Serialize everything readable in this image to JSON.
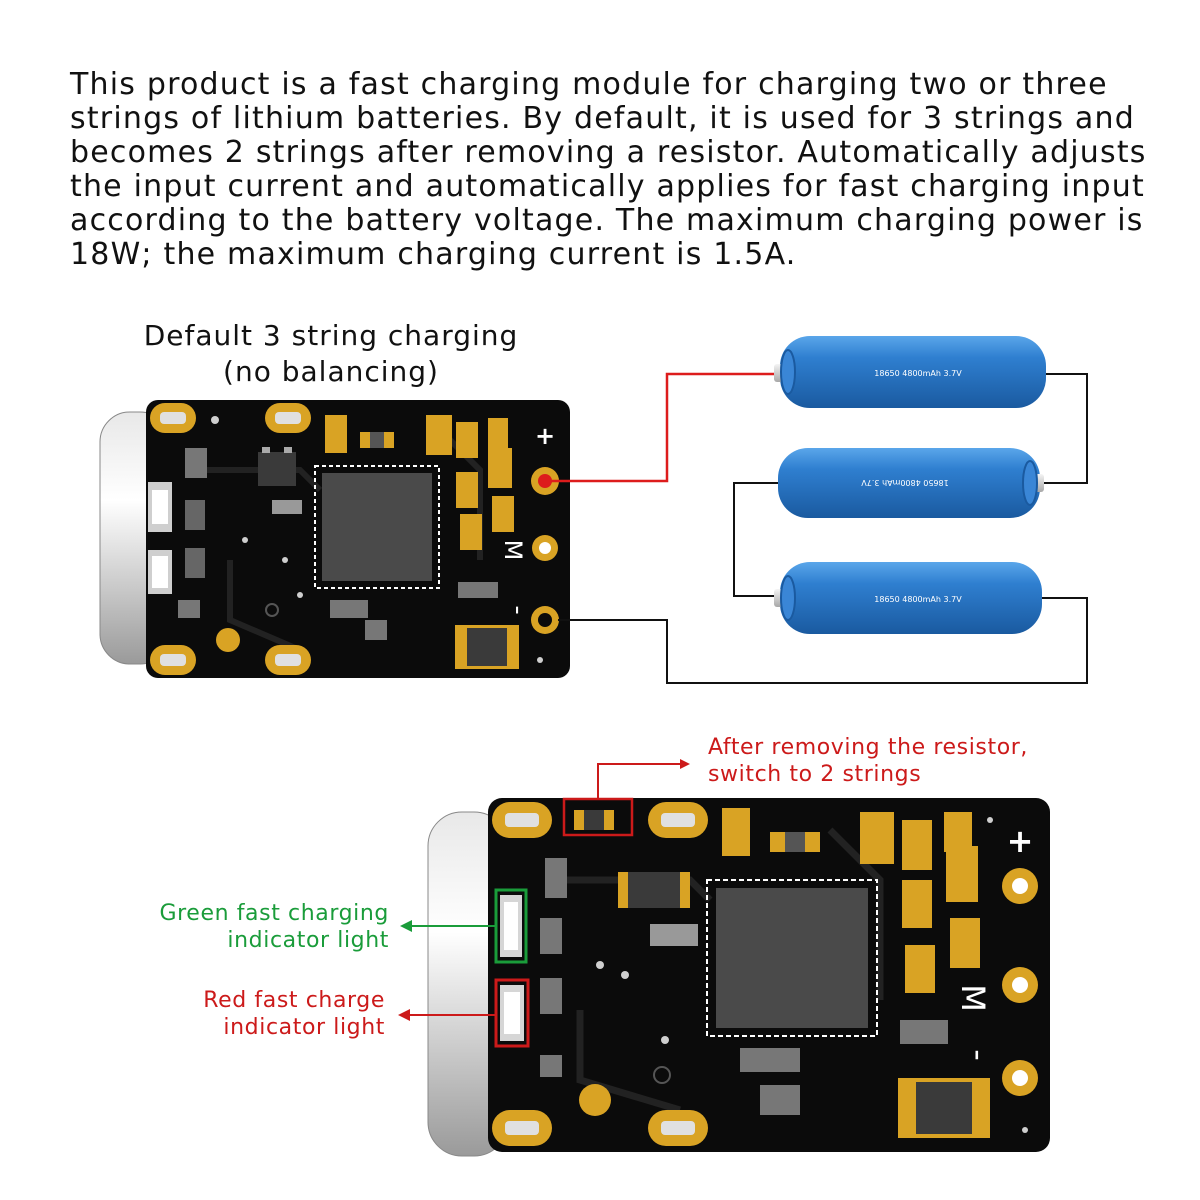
{
  "description": {
    "lines": [
      "This product is a fast charging module for charging two or three",
      "strings of lithium batteries. By default, it is used for 3 strings and",
      "becomes 2 strings after removing a resistor. Automatically adjusts",
      "the input current and automatically applies for fast charging input",
      "according to the battery voltage. The maximum charging power is",
      "18W; the maximum charging current is 1.5A."
    ]
  },
  "top_diagram": {
    "caption_line1": "Default 3 string charging",
    "caption_line2": "(no balancing)",
    "board_marks": {
      "plus": "+",
      "mid": "M",
      "minus": "-"
    },
    "battery_label": "18650 4800mAh 3.7V"
  },
  "bottom_diagram": {
    "board_marks": {
      "plus": "+",
      "mid": "M",
      "minus": "-"
    },
    "resistor_note_line1": "After removing the resistor,",
    "resistor_note_line2": "switch to 2 strings",
    "green_note_line1": "Green fast charging",
    "green_note_line2": "indicator light",
    "red_note_line1": "Red fast charge",
    "red_note_line2": "indicator light"
  },
  "colors": {
    "board": "#0b0b0b",
    "gold": "#d9a324",
    "gold_dark": "#8a6514",
    "chip": "#4a4a4a",
    "battery": "#2f7fd0",
    "wire_red": "#dd1c1c",
    "wire_black": "#111111",
    "note_red": "#cc1a1a",
    "note_green": "#1a9c3a"
  }
}
